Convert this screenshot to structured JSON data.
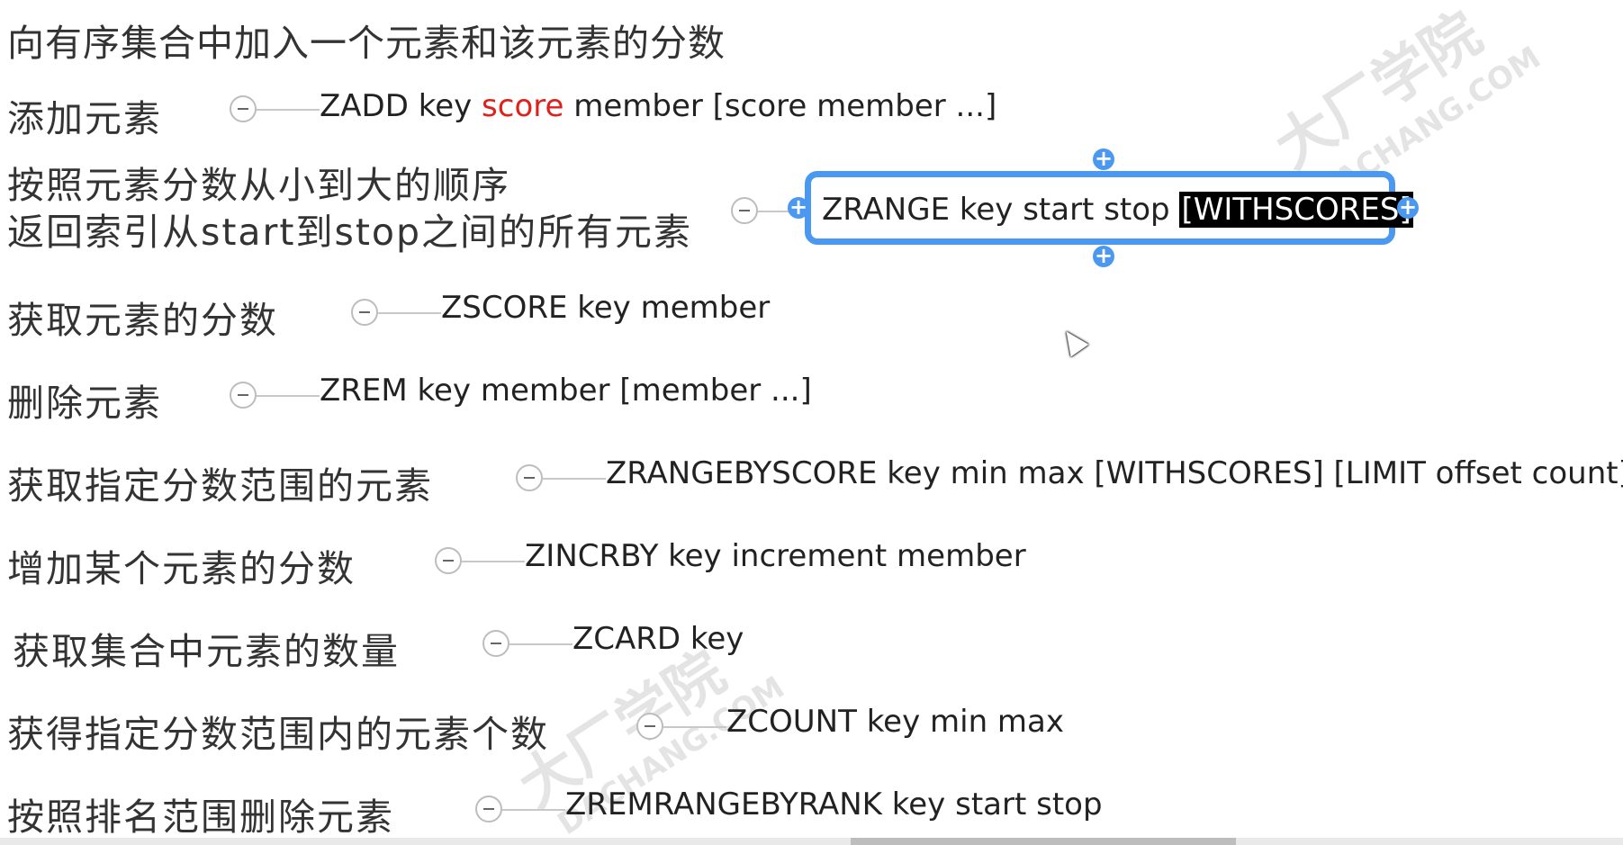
{
  "header": "向有序集合中加入一个元素和该元素的分数",
  "rows": [
    {
      "label": "添加元素",
      "cmd_pre": "ZADD key ",
      "cmd_red": "score",
      "cmd_post": " member [score member ...]"
    },
    {
      "label_line1": "按照元素分数从小到大的顺序",
      "label_line2": "返回索引从start到stop之间的所有元素",
      "cmd_main": "ZRANGE key start stop ",
      "cmd_selected": "[WITHSCORES]"
    },
    {
      "label": "获取元素的分数",
      "cmd": "ZSCORE key member"
    },
    {
      "label": "删除元素",
      "cmd": "ZREM key member [member ...]"
    },
    {
      "label": "获取指定分数范围的元素",
      "cmd": "ZRANGEBYSCORE key min max [WITHSCORES] [LIMIT offset count]"
    },
    {
      "label": "增加某个元素的分数",
      "cmd": "ZINCRBY key increment member"
    },
    {
      "label": "获取集合中元素的数量",
      "cmd": "ZCARD key"
    },
    {
      "label": "获得指定分数范围内的元素个数",
      "cmd": "ZCOUNT key min max"
    },
    {
      "label": "按照排名范围删除元素",
      "cmd": "ZREMRANGEBYRANK key start stop"
    }
  ],
  "icons": {
    "collapse": "minus-circle-icon",
    "add_handle": "plus-icon",
    "cursor": "mouse-pointer-icon"
  },
  "colors": {
    "accent_blue": "#4a98f0",
    "red_text": "#e0201b"
  }
}
